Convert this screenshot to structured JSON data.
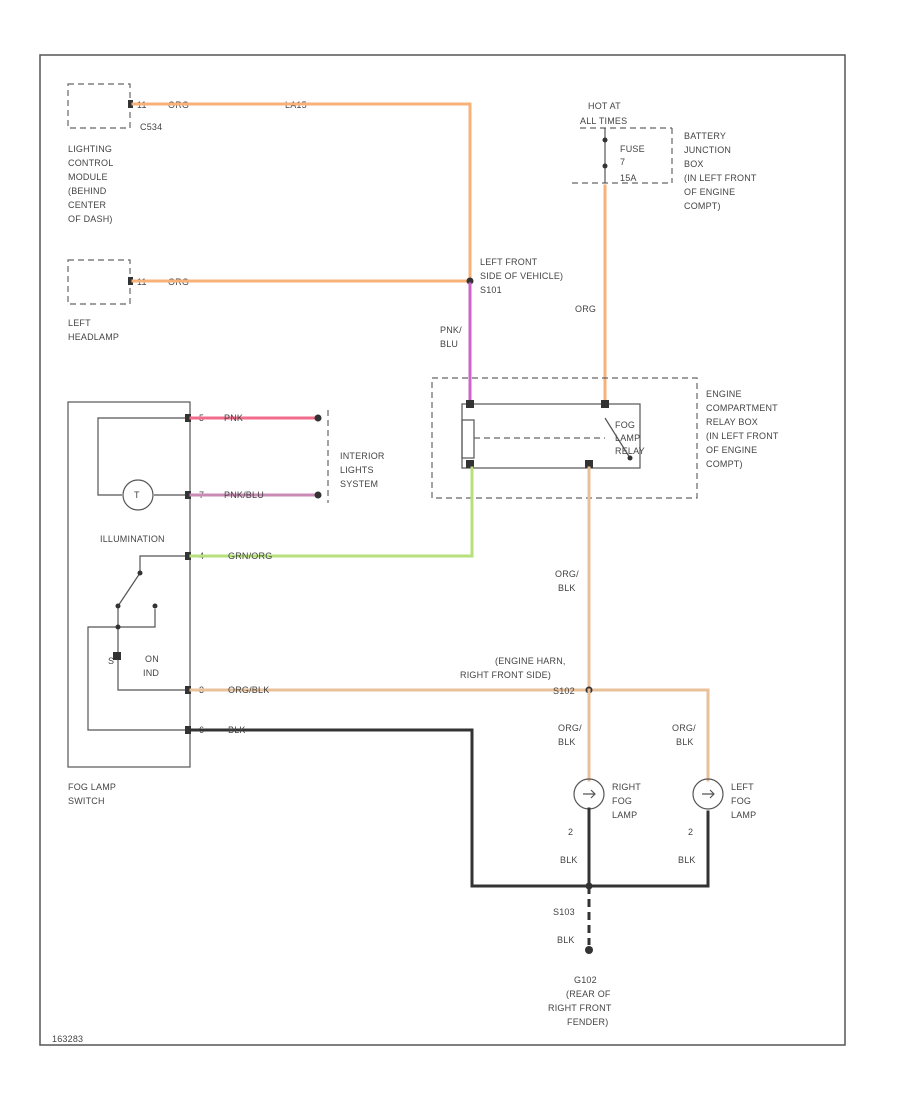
{
  "colors": {
    "orange": "#f7b27a",
    "pink": "#f26b8a",
    "pink_blue": "#c98ab4",
    "pink_blu_vertical": "#cc66cc",
    "green": "#b7e07a",
    "orange_black": "#e8c09a",
    "black": "#333333",
    "frame": "#555555"
  },
  "modules": {
    "lcm_connector": "C534",
    "lcm_pin": "11",
    "lcm_wire_color": "ORG",
    "lcm_circuit": "LA15",
    "lcm_name": [
      "LIGHTING",
      "CONTROL",
      "MODULE",
      "(BEHIND",
      "CENTER",
      "OF DASH)"
    ],
    "headlamp_pin": "11",
    "headlamp_wire_color": "ORG",
    "headlamp_name": [
      "LEFT",
      "HEADLAMP"
    ]
  },
  "power": {
    "hot_label": [
      "HOT AT",
      "ALL TIMES"
    ],
    "fuse_label": [
      "FUSE",
      "7"
    ],
    "fuse_rating": "15A",
    "junction_box": [
      "BATTERY",
      "JUNCTION",
      "BOX",
      "(IN LEFT FRONT",
      "OF ENGINE",
      "COMPT)"
    ],
    "wire_color": "ORG"
  },
  "splice_s101": [
    "LEFT FRONT",
    "SIDE OF VEHICLE)",
    "S101"
  ],
  "pnk_blu": [
    "PNK/",
    "BLU"
  ],
  "relay": {
    "name": [
      "FOG",
      "LAMP",
      "RELAY"
    ],
    "box": [
      "ENGINE",
      "COMPARTMENT",
      "RELAY BOX",
      "(IN LEFT FRONT",
      "OF ENGINE",
      "COMPT)"
    ]
  },
  "switch": {
    "pins": [
      "5",
      "7",
      "4",
      "3",
      "6"
    ],
    "wire_colors": [
      "PNK",
      "PNK/BLU",
      "GRN/ORG",
      "ORG/BLK",
      "BLK"
    ],
    "illumination": "ILLUMINATION",
    "on_position": [
      "ON",
      "IND"
    ],
    "s_label": "S",
    "lamp_symbol": "T",
    "name": [
      "FOG LAMP",
      "SWITCH"
    ]
  },
  "interior": [
    "INTERIOR",
    "LIGHTS",
    "SYSTEM"
  ],
  "harness": {
    "org_blk_relay": [
      "ORG/",
      "BLK"
    ],
    "splice_label": [
      "(ENGINE HARN,",
      "RIGHT FRONT SIDE)"
    ],
    "splice_id": "S102",
    "org_blk_right": [
      "ORG/",
      "BLK"
    ],
    "org_blk_left": [
      "ORG/",
      "BLK"
    ]
  },
  "lamps": {
    "right_name": [
      "RIGHT",
      "FOG",
      "LAMP"
    ],
    "left_name": [
      "LEFT",
      "FOG",
      "LAMP"
    ],
    "pin": "2",
    "blk_right": "BLK",
    "blk_left": "BLK"
  },
  "ground": {
    "splice": "S103",
    "blk": "BLK",
    "ground_id": "G102",
    "location": [
      "(REAR OF",
      "RIGHT FRONT",
      "FENDER)"
    ]
  },
  "footer_code": "163283"
}
